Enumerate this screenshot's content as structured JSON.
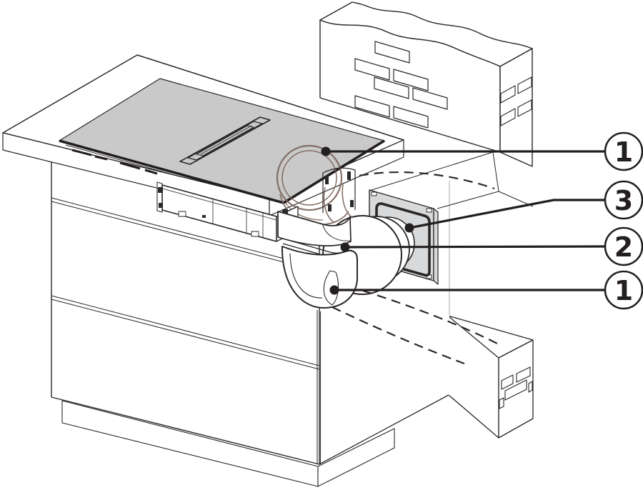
{
  "figure": {
    "type": "installation-diagram",
    "description": "Cooktop with integrated downdraft extractor installed in a kitchen island, duct elbow routed through the island to a square wall outlet flange; broken-out wall sections shown at upper and lower right",
    "callouts": [
      {
        "id": "callout-1-top",
        "label": "1",
        "points_to": "cooktop-with-vent"
      },
      {
        "id": "callout-3",
        "label": "3",
        "points_to": "wall-outlet-flange"
      },
      {
        "id": "callout-2",
        "label": "2",
        "points_to": "duct-elbow-upper"
      },
      {
        "id": "callout-1-bottom",
        "label": "1",
        "points_to": "duct-elbow-lower"
      }
    ]
  },
  "colors": {
    "background": "#ffffff",
    "line": "#2b2728",
    "glass_gray": "#c8c9c8",
    "plate_gray": "#d8d9da",
    "duct_brown": "#7b655c",
    "hidden_gray": "#a9a9a9"
  }
}
